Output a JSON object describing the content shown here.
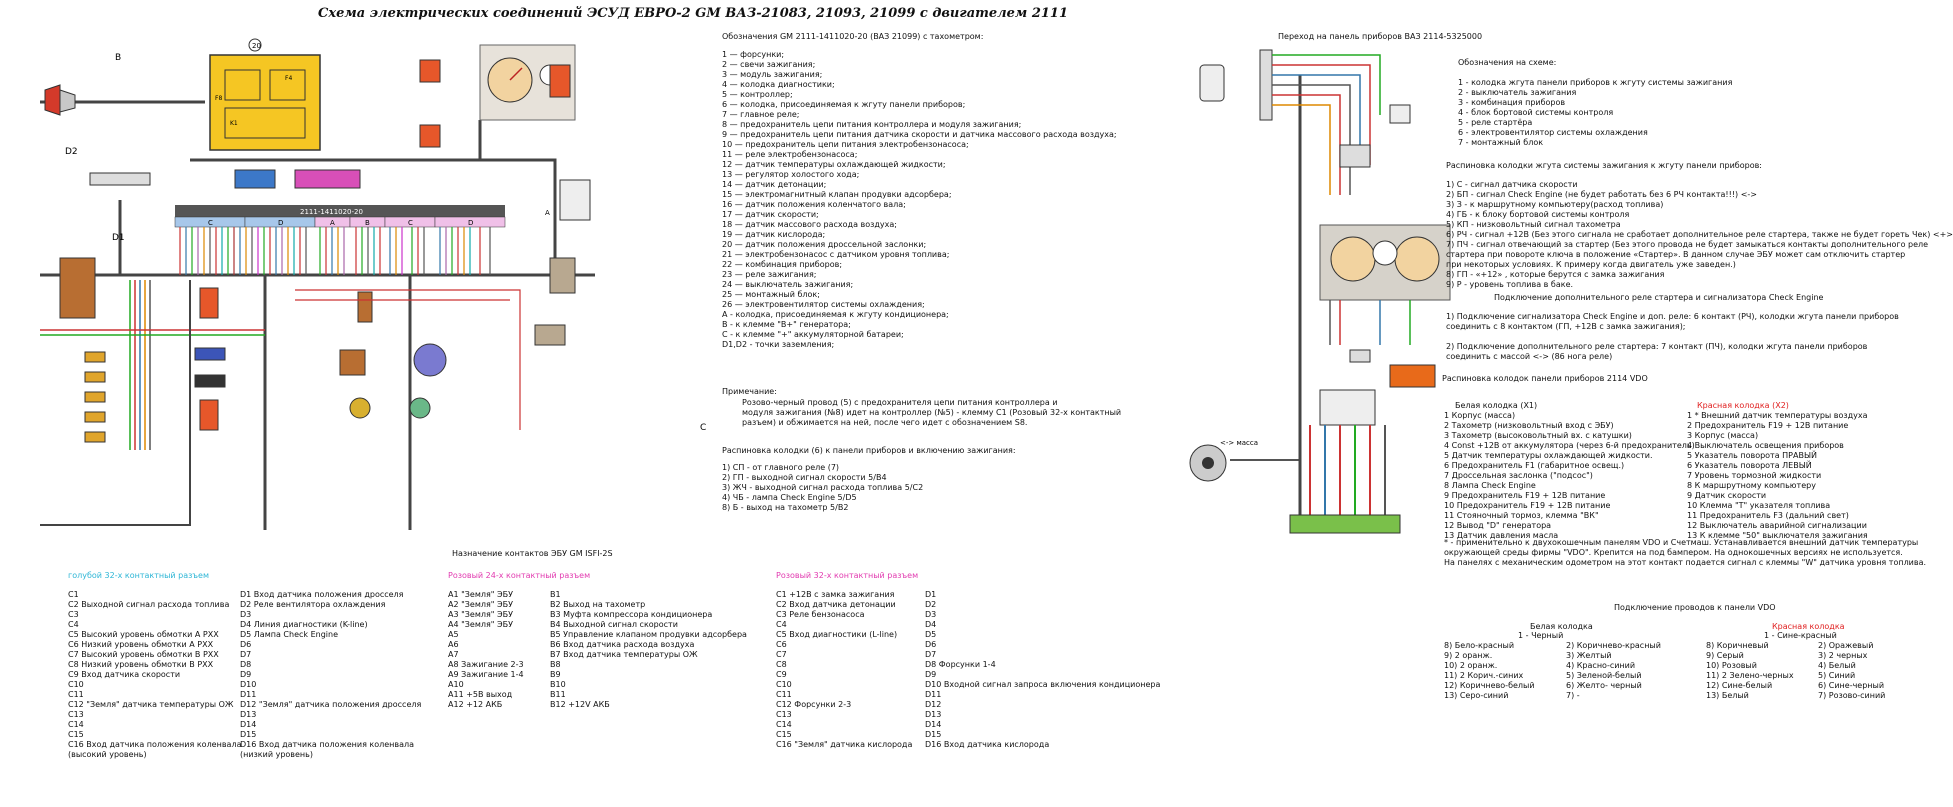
{
  "title": "Схема электрических соединений ЭСУД ЕВРО-2 GM ВАЗ-21083, 21093, 21099 с двигателем 2111",
  "ecu_label": "2111-1411020-20",
  "connector_groups": [
    "C",
    "D",
    "A",
    "B",
    "C",
    "D",
    "A"
  ],
  "pin_labels": {
    "ground_d2": "D2",
    "ground_d1": "D1",
    "b_term": "B",
    "c_term": "C",
    "a_term": "A"
  },
  "legend": {
    "header": "Обозначения GM 2111-1411020-20 (ВАЗ 21099) с тахометром:",
    "items": [
      "1 — форсунки;",
      "2 — свечи зажигания;",
      "3 — модуль зажигания;",
      "4 — колодка диагностики;",
      "5 — контроллер;",
      "6 — колодка, присоединяемая к жгуту панели приборов;",
      "7 — главное реле;",
      "8 — предохранитель цепи питания контроллера и модуля зажигания;",
      "9 — предохранитель цепи питания датчика скорости и датчика массового расхода воздуха;",
      "10 — предохранитель цепи питания электробензонасоса;",
      "11 — реле электробензонасоса;",
      "12 — датчик температуры охлаждающей жидкости;",
      "13 — регулятор холостого хода;",
      "14 — датчик детонации;",
      "15 — электромагнитный клапан продувки адсорбера;",
      "16 — датчик положения коленчатого вала;",
      "17 — датчик скорости;",
      "18 — датчик массового расхода воздуха;",
      "19 — датчик кислорода;",
      "20 — датчик положения дроссельной заслонки;",
      "21 — электробензонасос с датчиком уровня топлива;",
      "22 — комбинация приборов;",
      "23 — реле зажигания;",
      "24 — выключатель зажигания;",
      "25 — монтажный блок;",
      "26 — электровентилятор системы охлаждения;",
      "А - колодка, присоединяемая к жгуту кондиционера;",
      "В - к клемме \"В+\" генератора;",
      "С - к клемме \"+\" аккумуляторной батареи;",
      "D1,D2 - точки заземления;"
    ]
  },
  "note": {
    "header": "Примечание:",
    "lines": [
      "Розово-черный провод (5) с предохранителя цепи питания контроллера и",
      "модуля зажигания (№8) идет на контроллер (№5) - клемму С1 (Розовый 32-х контактный",
      "разъем) и обжимается на ней, после чего идет с обозначением S8."
    ]
  },
  "pinout6": {
    "header": "Распиновка колодки (6) к панели приборов и включению зажигания:",
    "items": [
      "1) СП - от главного реле (7)",
      "2) ГП - выходной сигнал скорости 5/В4",
      "3) ЖЧ - выходной сигнал расхода топлива 5/C2",
      "4) ЧБ - лампа Check Engine 5/D5",
      "8) Б - выход на тахометр 5/B2"
    ]
  },
  "ecu_pins": {
    "header": "Назначение контактов ЭБУ GM ISFI-2S",
    "blue_header": "голубой 32-х контактный разъем",
    "blue_col1": [
      "C1",
      "C2 Выходной сигнал расхода топлива",
      "C3",
      "C4",
      "C5 Высокий уровень обмотки А РХХ",
      "C6 Низкий уровень обмотки А РХХ",
      "C7 Высокий уровень обмотки В РХХ",
      "C8 Низкий уровень обмотки В РХХ",
      "C9 Вход датчика скорости",
      "C10",
      "C11",
      "C12 \"Земля\" датчика температуры ОЖ",
      "C13",
      "C14",
      "C15",
      "C16 Вход датчика положения коленвала",
      "      (высокий уровень)"
    ],
    "blue_col2": [
      "D1 Вход датчика положения дросселя",
      "D2 Реле вентилятора охлаждения",
      "D3",
      "D4 Линия диагностики (K-line)",
      "D5 Лампа Check Engine",
      "D6",
      "D7",
      "D8",
      "D9",
      "D10",
      "D11",
      "D12 \"Земля\" датчика положения дросселя",
      "D13",
      "D14",
      "D15",
      "D16 Вход датчика положения коленвала",
      "      (низкий уровень)"
    ],
    "pink24_header": "Розовый 24-х контактный разъем",
    "pink24_col1": [
      "A1 \"Земля\" ЭБУ",
      "A2 \"Земля\" ЭБУ",
      "A3 \"Земля\" ЭБУ",
      "A4 \"Земля\" ЭБУ",
      "A5",
      "A6",
      "A7",
      "A8 Зажигание 2-3",
      "A9 Зажигание 1-4",
      "A10",
      "A11    +5В выход",
      "A12    +12 АКБ"
    ],
    "pink24_col2": [
      "B1",
      "B2 Выход на тахометр",
      "B3 Муфта компрессора кондиционера",
      "B4 Выходной сигнал скорости",
      "B5 Управление клапаном продувки адсорбера",
      "B6 Вход датчика расхода воздуха",
      "B7 Вход датчика температуры ОЖ",
      "B8",
      "B9",
      "B10",
      "B11",
      "B12    +12V АКБ"
    ],
    "pink32_header": "Розовый 32-х контактный разъем",
    "pink32_col1": [
      "C1 +12В с замка зажигания",
      "C2 Вход датчика детонации",
      "C3 Реле бензонасоса",
      "C4",
      "C5 Вход диагностики (L-line)",
      "C6",
      "C7",
      "C8",
      "C9",
      "C10",
      "C11",
      "C12 Форсунки 2-3",
      "C13",
      "C14",
      "C15",
      "C16 \"Земля\" датчика кислорода"
    ],
    "pink32_col2": [
      "D1",
      "D2",
      "D3",
      "D4",
      "D5",
      "D6",
      "D7",
      "D8 Форсунки 1-4",
      "D9",
      "D10 Входной сигнал запроса включения кондиционера",
      "D11",
      "D12",
      "D13",
      "D14",
      "D15",
      "D16 Вход датчика кислорода"
    ]
  },
  "right": {
    "header": "Переход на панель приборов ВАЗ 2114-5325000",
    "legend_header": "Обозначения на схеме:",
    "legend": [
      "1 - колодка жгута панели приборов к жгуту системы зажигания",
      "2 - выключатель зажигания",
      "3 - комбинация приборов",
      "4 - блок бортовой системы контроля",
      "5 - реле стартёра",
      "6 - электровентилятор системы охлаждения",
      "7 - монтажный блок"
    ],
    "pinout_header": "Распиновка колодки жгута системы зажигания к жгуту панели приборов:",
    "pinout": [
      "1) С - сигнал датчика скорости",
      "2) БП - сигнал Check Engine (не будет работать без 6 РЧ контакта!!!)  <->",
      "3) З - к маршрутному компьютеру(расход топлива)",
      "4) ГБ - к блоку бортовой системы контроля",
      "5) КП - низковольтный сигнал тахометра",
      "6) РЧ - сигнал +12В (Без этого сигнала не сработает дополнительное реле стартера, также не будет гореть Чек)  <+>",
      "7) ПЧ - сигнал отвечающий за стартер (Без этого провода не будет замыкаться контакты дополнительного реле",
      "     стартера при повороте ключа в положение «Стартер». В данном случае  ЭБУ может сам   отключить стартер",
      "     при некоторых условиях. К примеру когда двигатель уже заведен.)",
      "8) ГП - «+12» , которые берутся с замка зажигания",
      "9) Р - уровень топлива в баке."
    ],
    "conn_header": "Подключение дополнительного реле стартера и сигнализатора Check Engine",
    "conn": [
      "1) Подключение сигнализатора Check Engine и доп. реле: 6 контакт (РЧ), колодки жгута панели приборов",
      "     соединить с 8 контактом (ГП, +12В с замка зажигания);",
      "",
      "2) Подключение дополнительного реле стартера: 7 контакт (ПЧ), колодки жгута панели приборов",
      "     соединить с массой <-> (86 нога реле)"
    ],
    "vdo_header": "Распиновка колодок панели приборов 2114 VDO",
    "white_x1_header": "Белая колодка (X1)",
    "white_x1": [
      "1  Корпус (масса)",
      "2  Тахометр (низковольтный вход с ЭБУ)",
      "3  Тахометр (высоковольтный вх. с катушки)",
      "4  Const +12В от аккумулятора (через 6-й предохранитель)",
      "5  Датчик температуры охлаждающей жидкости.",
      "6  Предохранитель F1 (габаритное освещ.)",
      "7  Дроссельная заслонка (\"подсос\")",
      "8  Лампа Check Engine",
      "9  Предохранитель F19 + 12В питание",
      "10 Предохранитель F19 + 12В питание",
      "11 Стояночный тормоз, клемма \"ВК\"",
      "12 Вывод \"D\" генератора",
      "13 Датчик давления масла"
    ],
    "red_x2_header": "Красная колодка (X2)",
    "red_x2": [
      "1  * Внешний датчик температуры воздуха",
      "2  Предохранитель F19 + 12В питание",
      "3  Корпус (масса)",
      "4  Выключатель освещения приборов",
      "5  Указатель поворота ПРАВЫЙ",
      "6  Указатель поворота ЛЕВЫЙ",
      "7  Уровень тормозной жидкости",
      "8  К маршрутному компьютеру",
      "9  Датчик скорости",
      "10 Клемма \"Т\" указателя топлива",
      "11 Предохранитель F3 (дальний свет)",
      "12 Выключатель аварийной сигнализации",
      "13 К клемме \"50\" выключателя зажигания"
    ],
    "footnote": [
      "* - применительно к двухокошечным панелям VDO и Счетмаш. Устанавливается внешний датчик температуры",
      "окружающей среды фирмы \"VDO\". Крепится на под бампером. На однокошечных версиях не используется.",
      "На панелях с механическим одометром на этот контакт подается сигнал с клеммы \"W\" датчика уровня топлива."
    ],
    "wire_header": "Подключение проводов к панели VDO",
    "wire_white_header": "Белая колодка",
    "wire_white_sub": "1 - Черный",
    "wire_red_header": "Красная колодка",
    "wire_red_sub": "1 - Сине-красный",
    "wire_c1": [
      "8) Бело-красный",
      "9) 2 оранж.",
      "10) 2 оранж.",
      "11) 2 Корич.-синих",
      "12) Коричнево-белый",
      "13) Серо-синий"
    ],
    "wire_c2": [
      "2) Коричнево-красный",
      "3) Желтый",
      "4) Красно-синий",
      "5) Зеленой-белый",
      "6) Желто- черный",
      "7) -"
    ],
    "wire_c3": [
      "8) Коричневый",
      "9) Серый",
      "10) Розовый",
      "11) 2 Зелено-черных",
      "12) Сине-белый",
      "13) Белый"
    ],
    "wire_c4": [
      "2) Оражевый",
      "3) 2 черных",
      "4) Белый",
      "5) Синий",
      "6) Сине-черный",
      "7) Розово-синий"
    ],
    "mass_label": "<-> масса"
  }
}
